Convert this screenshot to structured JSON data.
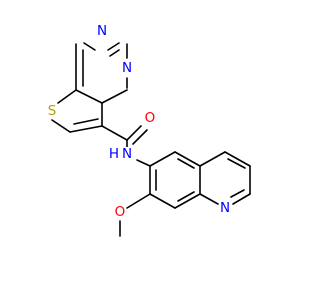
{
  "colors": {
    "background": "#ffffff",
    "bond": "#000000",
    "nitrogen": "#0000ff",
    "oxygen": "#ff0000",
    "sulfur": "#b2a200",
    "carbon": "#000000"
  },
  "atoms": {
    "n_pyrimidine_top": "N",
    "n_pyrimidine_right": "N",
    "s_thiophene": "S",
    "o_carbonyl": "O",
    "n_amide": "N",
    "h_amide": "H",
    "n_quinoline": "N",
    "o_methoxy": "O"
  }
}
